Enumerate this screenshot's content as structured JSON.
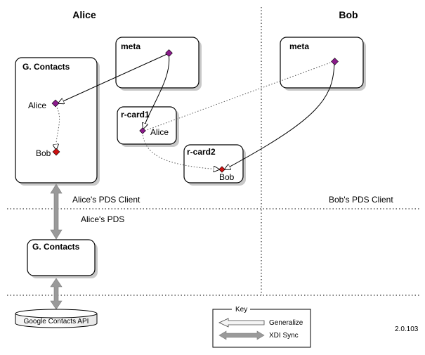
{
  "columns": {
    "left": "Alice",
    "right": "Bob"
  },
  "alice_client": {
    "contacts_title": "G. Contacts",
    "alice_label": "Alice",
    "bob_label": "Bob",
    "meta_title": "meta",
    "rcard1_title": "r-card1",
    "rcard1_alice": "Alice",
    "rcard2_title": "r-card2",
    "rcard2_bob": "Bob",
    "client_label": "Alice's PDS Client"
  },
  "bob_client": {
    "meta_title": "meta",
    "client_label": "Bob's PDS Client"
  },
  "pds": {
    "label": "Alice's PDS",
    "contacts_title": "G. Contacts"
  },
  "api": {
    "label": "Google Contacts API"
  },
  "key": {
    "title": "Key",
    "generalize": "Generalize",
    "xdi_sync": "XDI Sync"
  },
  "version": "2.0.103",
  "colors": {
    "purple_node": "#8b1a8b",
    "red_node": "#cc1111",
    "sync_arrow": "#9a9a9a",
    "shadow": "#c8c8c8"
  }
}
